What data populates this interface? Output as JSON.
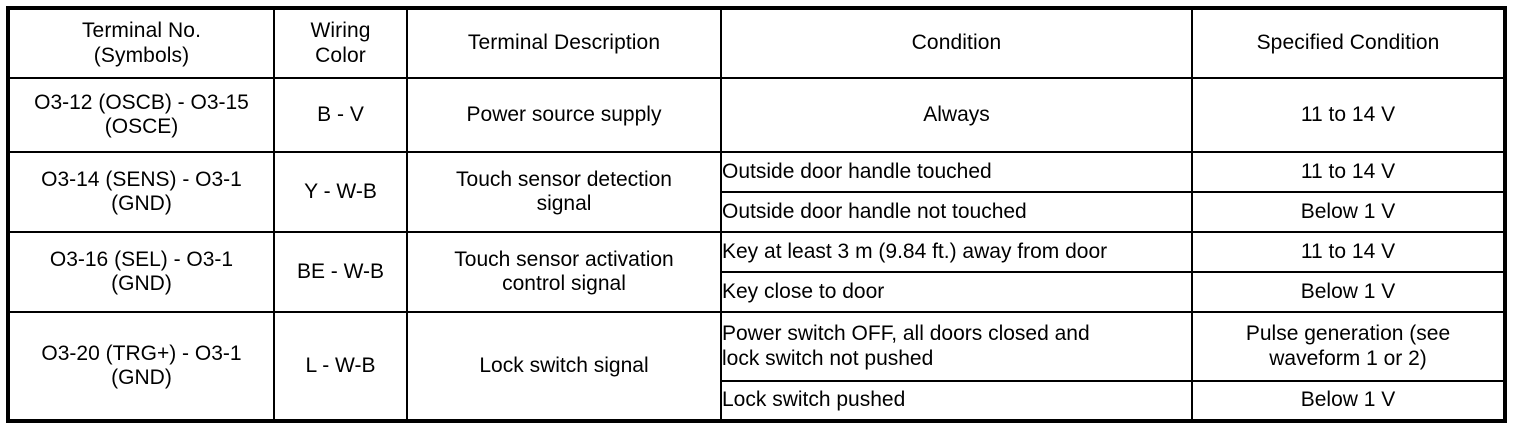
{
  "table": {
    "headers": [
      {
        "line1": "Terminal No.",
        "line2": "(Symbols)"
      },
      {
        "line1": "Wiring",
        "line2": "Color"
      },
      {
        "line1": "Terminal Description",
        "line2": ""
      },
      {
        "line1": "Condition",
        "line2": ""
      },
      {
        "line1": "Specified Condition",
        "line2": ""
      }
    ],
    "rows": [
      {
        "terminal_line1": "O3-12 (OSCB) - O3-15",
        "terminal_line2": "(OSCE)",
        "wiring_color": "B - V",
        "description_line1": "Power source supply",
        "description_line2": "",
        "conditions": [
          {
            "condition": "Always",
            "specified": "11 to 14 V",
            "align": "center"
          }
        ]
      },
      {
        "terminal_line1": "O3-14 (SENS) - O3-1",
        "terminal_line2": "(GND)",
        "wiring_color": "Y - W-B",
        "description_line1": "Touch sensor detection",
        "description_line2": "signal",
        "conditions": [
          {
            "condition": "Outside door handle touched",
            "specified": "11 to 14 V",
            "align": "left"
          },
          {
            "condition": "Outside door handle not touched",
            "specified": "Below 1 V",
            "align": "left"
          }
        ]
      },
      {
        "terminal_line1": "O3-16 (SEL) - O3-1",
        "terminal_line2": "(GND)",
        "wiring_color": "BE - W-B",
        "description_line1": "Touch sensor activation",
        "description_line2": "control signal",
        "conditions": [
          {
            "condition": "Key at least 3 m (9.84 ft.) away from door",
            "specified": "11 to 14 V",
            "align": "left"
          },
          {
            "condition": "Key close to door",
            "specified": "Below 1 V",
            "align": "left"
          }
        ]
      },
      {
        "terminal_line1": "O3-20 (TRG+) - O3-1",
        "terminal_line2": "(GND)",
        "wiring_color": "L - W-B",
        "description_line1": "Lock switch signal",
        "description_line2": "",
        "conditions": [
          {
            "condition_line1": "Power switch OFF, all doors closed and",
            "condition_line2": "lock switch not pushed",
            "specified_line1": "Pulse generation (see",
            "specified_line2": "waveform 1 or 2)",
            "align": "left"
          },
          {
            "condition": "Lock switch pushed",
            "specified": "Below 1 V",
            "align": "left"
          }
        ]
      }
    ]
  },
  "colors": {
    "border": "#000000",
    "text": "#000000",
    "background": "#ffffff"
  }
}
